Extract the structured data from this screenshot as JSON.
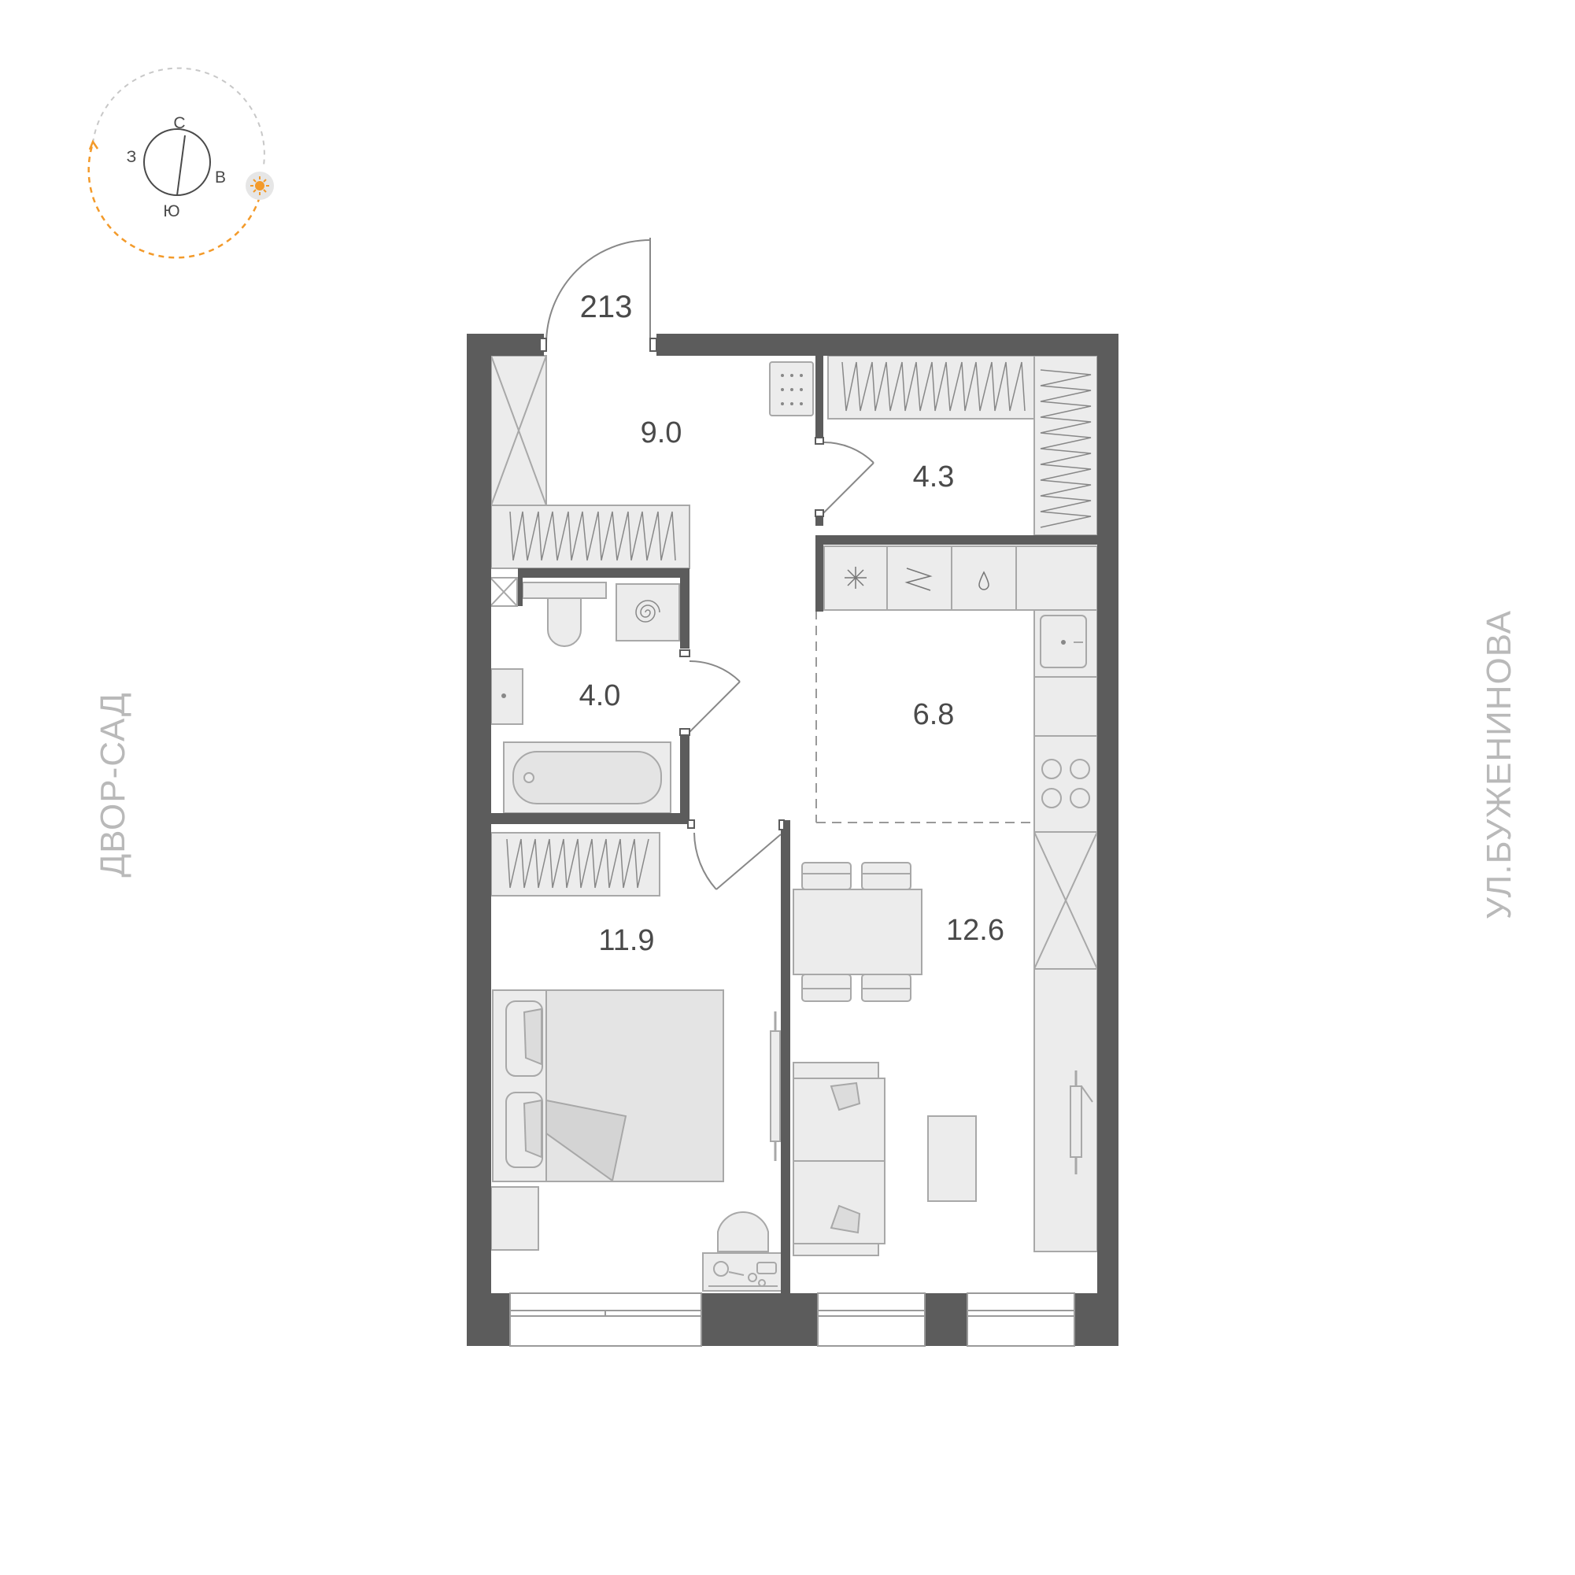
{
  "apartment": {
    "number": "213"
  },
  "compass": {
    "north": "С",
    "south": "Ю",
    "west": "З",
    "east": "В",
    "sun_color": "#f39a2a"
  },
  "rooms": [
    {
      "id": "hall",
      "area": "9.0"
    },
    {
      "id": "wardrobe",
      "area": "4.3"
    },
    {
      "id": "bathroom",
      "area": "4.0"
    },
    {
      "id": "kitchen",
      "area": "6.8"
    },
    {
      "id": "bedroom",
      "area": "11.9"
    },
    {
      "id": "living",
      "area": "12.6"
    }
  ],
  "orientation": {
    "left": "ДВОР-САД",
    "right": "УЛ.БУЖЕНИНОВА"
  },
  "colors": {
    "wall": "#5c5c5c",
    "furniture_fill": "#ececec",
    "furniture_stroke": "#a8a8a8",
    "label": "#b9b9b9"
  }
}
